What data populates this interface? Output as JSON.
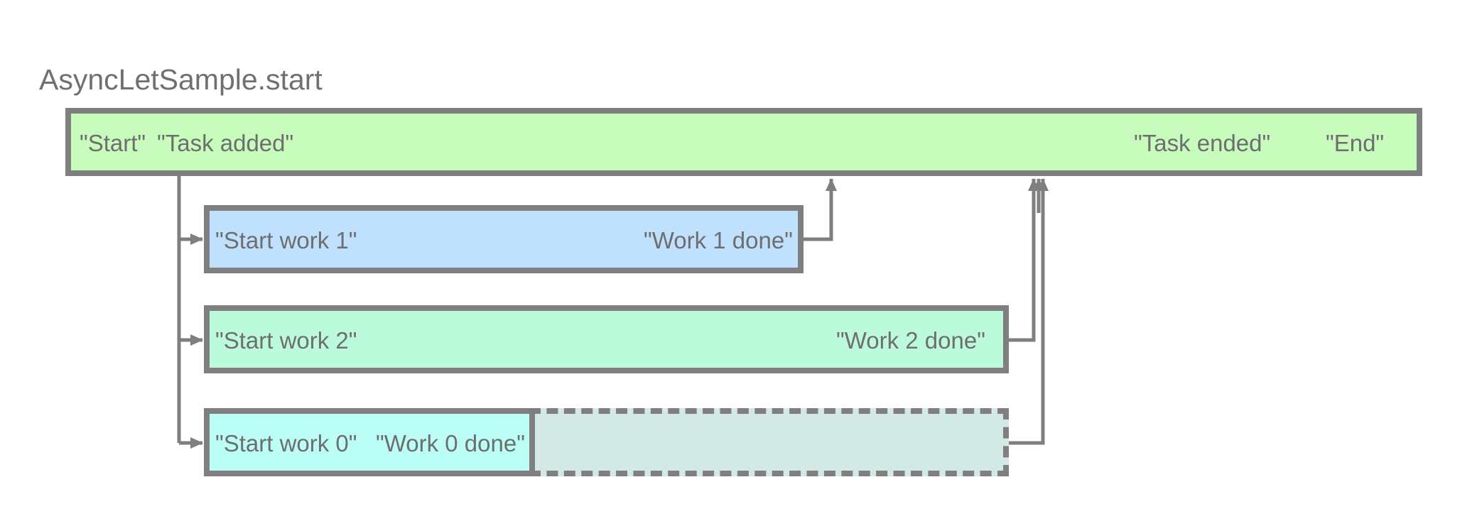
{
  "diagram": {
    "title": "AsyncLetSample.start",
    "main_task": {
      "labels": {
        "start": "\"Start\"",
        "task_added": "\"Task added\"",
        "task_ended": "\"Task ended\"",
        "end": "\"End\""
      },
      "color": "#c7fcbd"
    },
    "child_tasks": [
      {
        "start_label": "\"Start work 1\"",
        "done_label": "\"Work 1 done\"",
        "color": "#bfe1fd"
      },
      {
        "start_label": "\"Start work 2\"",
        "done_label": "\"Work 2 done\"",
        "color": "#bbfbdb"
      },
      {
        "start_label": "\"Start work 0\"",
        "done_label": "\"Work 0 done\"",
        "color": "#bbfef6",
        "awaiting_color": "#d3e9e6"
      }
    ],
    "line_color": "#7f7f7f"
  }
}
